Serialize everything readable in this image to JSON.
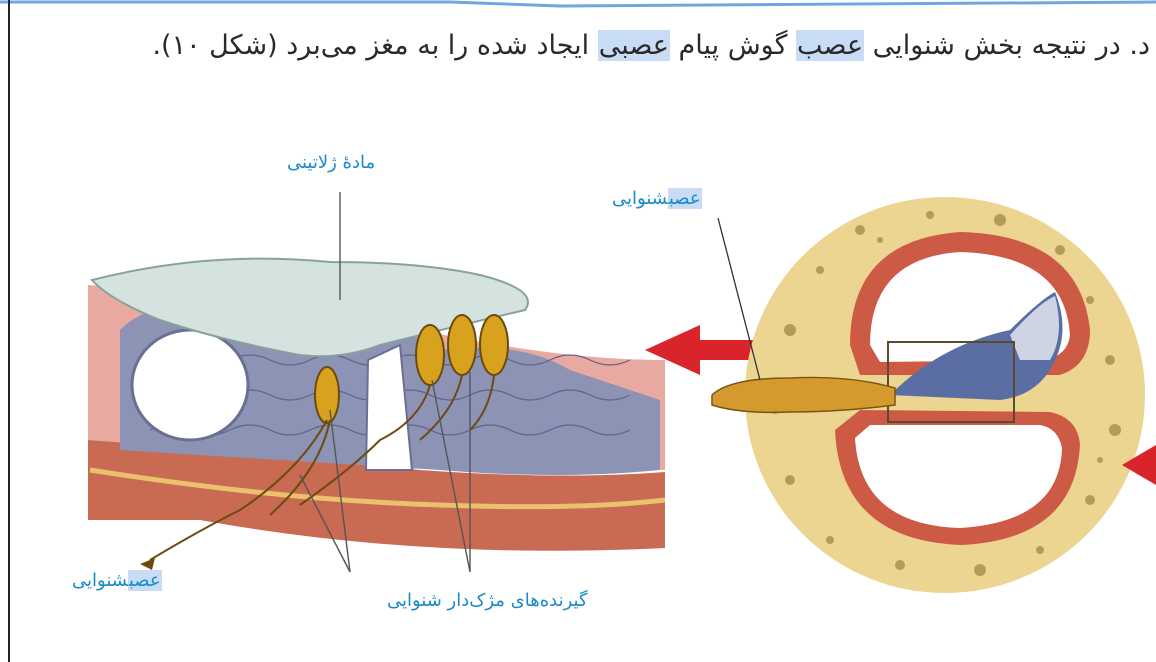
{
  "sentence": {
    "part1": "د. در نتیجه بخش شنوایی ",
    "word1": "عصب",
    "part2": " گوش پیام ",
    "word2": "عصبی",
    "part3": " ایجاد شده را به مغز می‌برد (شکل ۱۰)."
  },
  "labels": {
    "gelatinous": "مادهٔ ژلاتینی",
    "nerve_right_hl": "عصب",
    "nerve_right_rest": "شنوایی",
    "nerve_left_hl": "عصب",
    "nerve_left_rest": "شنوایی",
    "receptors": "گیرنده‌های مژک‌دار شنوایی"
  },
  "colors": {
    "highlight": "#c9dcf6",
    "label_blue": "#1a8ac8",
    "arrow_red": "#d9242b"
  }
}
